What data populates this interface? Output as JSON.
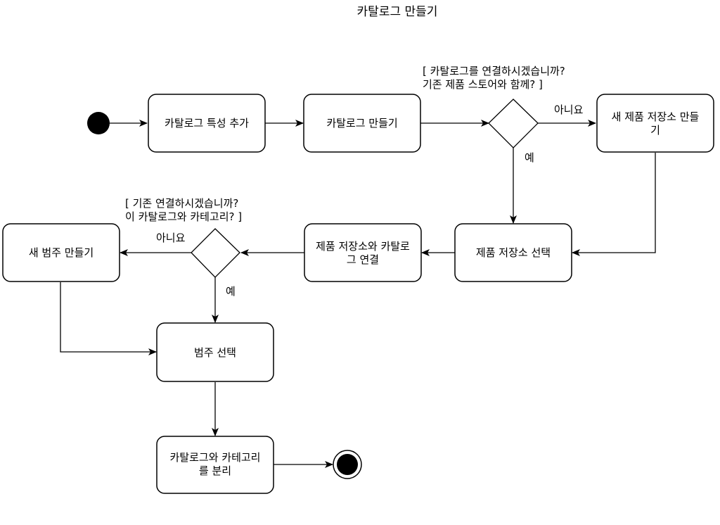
{
  "title": "카탈로그 만들기",
  "nodes": {
    "add_traits": "카탈로그 특성 추가",
    "create_catalog": "카탈로그 만들기",
    "new_store": [
      "새 제품 저장소 만들",
      "기"
    ],
    "select_store": "제품 저장소 선택",
    "connect_store": [
      "제품 저장소와 카탈로",
      "그 연결"
    ],
    "new_category": "새 범주 만들기",
    "select_category": "범주 선택",
    "separate": [
      "카탈로그와 카테고리",
      "를 분리"
    ]
  },
  "decisions": {
    "store_question": [
      "[ 카탈로그를 연결하시겠습니까?",
      "기존 제품 스토어와 함께? ]"
    ],
    "category_question": [
      "[ 기존 연결하시겠습니까?",
      "이 카탈로그와 카테고리? ]"
    ]
  },
  "edge_labels": {
    "store_no": "아니요",
    "store_yes": "예",
    "category_no": "아니요",
    "category_yes": "예"
  }
}
